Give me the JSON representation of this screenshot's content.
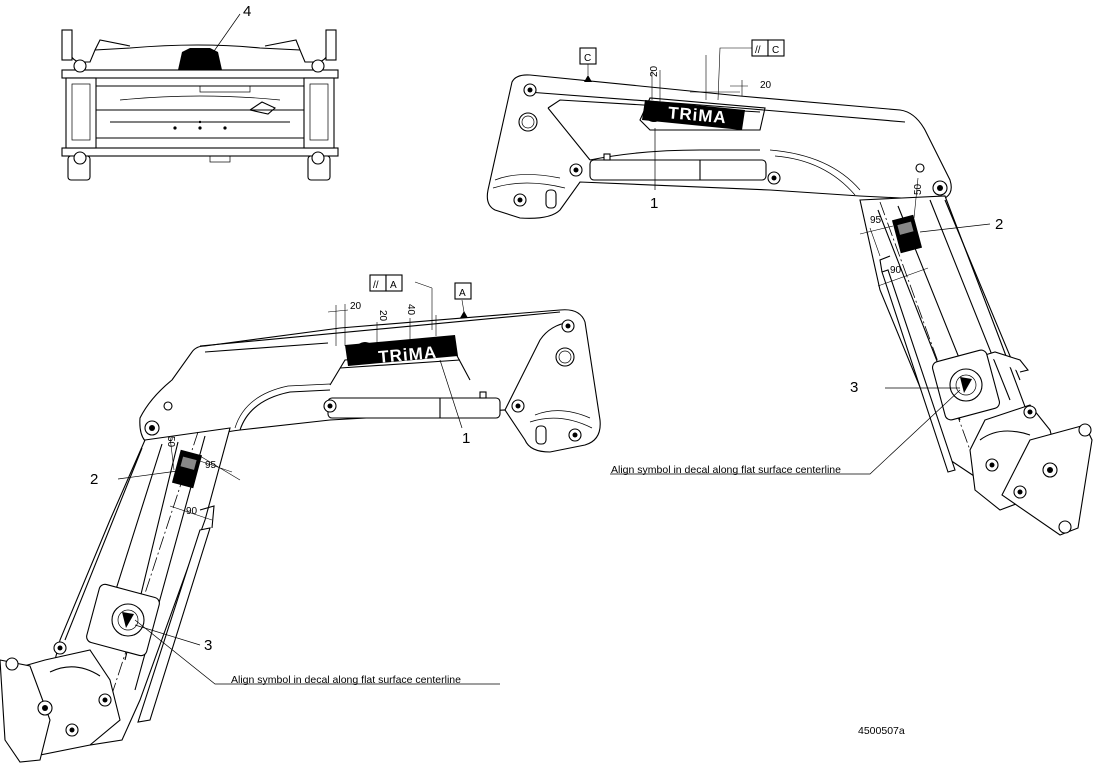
{
  "drawing_number": "4500507a",
  "callouts": {
    "top": "4",
    "left_1": "1",
    "left_2": "2",
    "left_3": "3",
    "right_1": "1",
    "right_2": "2",
    "right_3": "3"
  },
  "notes": {
    "left_align": "Align symbol in decal along flat surface centerline",
    "right_align": "Align symbol in decal along flat surface centerline"
  },
  "datums": {
    "left_parallel_symbol": "//",
    "left_parallel_ref": "A",
    "left_datum": "A",
    "right_parallel_symbol": "//",
    "right_parallel_ref": "C",
    "right_datum": "C"
  },
  "dimensions": {
    "left_20a": "20",
    "left_20b": "20",
    "left_40": "40",
    "left_50": "50",
    "left_95": "95",
    "left_90": "90",
    "right_20a": "20",
    "right_20b": "20",
    "right_50": "50",
    "right_95": "95",
    "right_90": "90"
  },
  "decal_text": {
    "left": "TRiMA",
    "right": "TRiMA"
  }
}
